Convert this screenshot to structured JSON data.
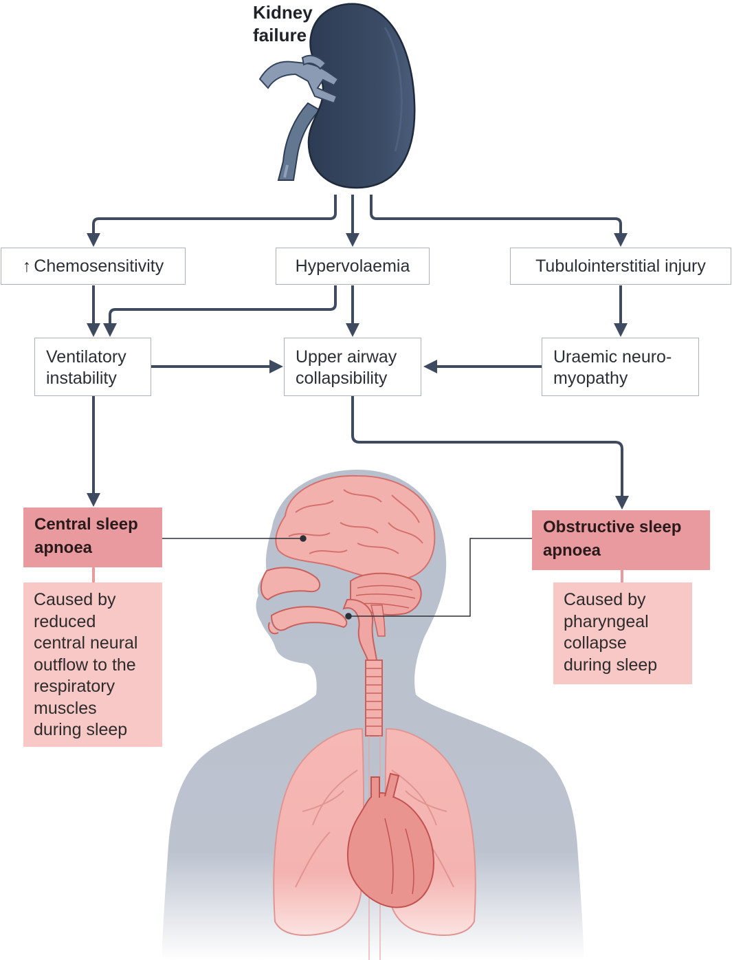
{
  "kidney": {
    "label_lines": [
      "Kidney",
      "failure"
    ]
  },
  "boxes": {
    "chemosensitivity": {
      "arrow_icon": "↑",
      "text": "Chemosensitivity"
    },
    "hypervolaemia": {
      "text": "Hypervolaemia"
    },
    "tubulointerstitial": {
      "text": "Tubulointerstitial injury"
    },
    "ventilatory": {
      "lines": [
        "Ventilatory",
        "instability"
      ]
    },
    "upper_airway": {
      "lines": [
        "Upper airway",
        "collapsibility"
      ]
    },
    "uraemic": {
      "lines": [
        "Uraemic neuro-",
        "myopathy"
      ]
    }
  },
  "outcomes": {
    "central": {
      "title_lines": [
        "Central sleep",
        "apnoea"
      ],
      "description_lines": [
        "Caused by",
        "reduced",
        "central neural",
        "outflow to the",
        "respiratory",
        "muscles",
        "during sleep"
      ]
    },
    "obstructive": {
      "title_lines": [
        "Obstructive sleep",
        "apnoea"
      ],
      "description_lines": [
        "Caused by",
        "pharyngeal",
        "collapse",
        "during sleep"
      ]
    }
  },
  "colors": {
    "arrow": "#3d4a60",
    "kidney": "#34445c",
    "box_border": "#aab0bd",
    "outcome_title_bg": "#e99a9e",
    "outcome_desc_bg": "#f8c8c6",
    "body_silhouette": "#b9c0cd",
    "organ_pink": "#f1a7a4"
  }
}
